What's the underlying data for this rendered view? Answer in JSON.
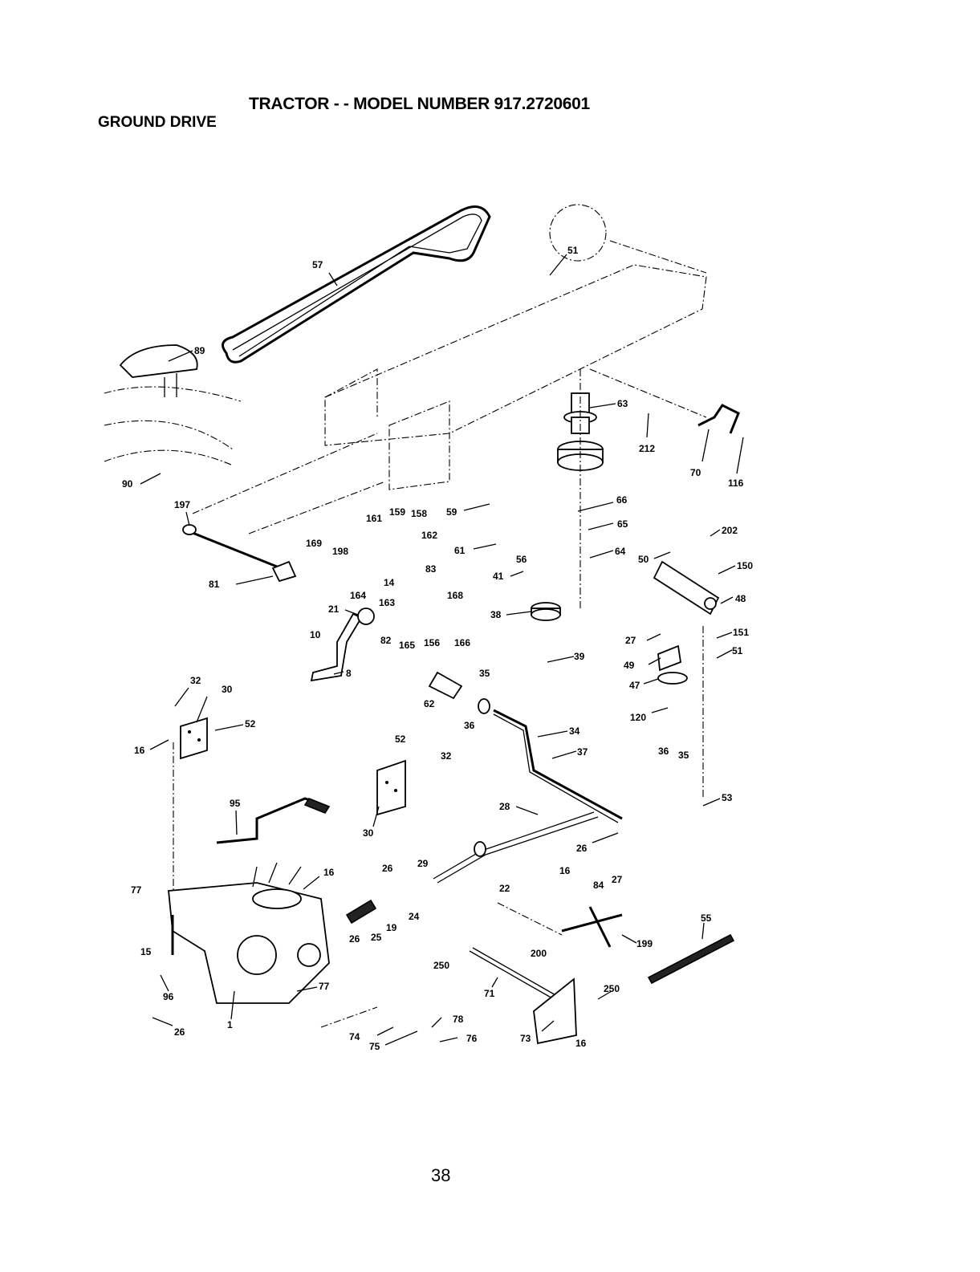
{
  "header": {
    "title": "TRACTOR - - MODEL NUMBER 917.2720601",
    "section": "GROUND DRIVE"
  },
  "footer": {
    "page_number": "38"
  },
  "callouts": [
    {
      "id": "c57",
      "label": "57"
    },
    {
      "id": "c51a",
      "label": "51"
    },
    {
      "id": "c89",
      "label": "89"
    },
    {
      "id": "c63",
      "label": "63"
    },
    {
      "id": "c212",
      "label": "212"
    },
    {
      "id": "c70",
      "label": "70"
    },
    {
      "id": "c116",
      "label": "116"
    },
    {
      "id": "c90",
      "label": "90"
    },
    {
      "id": "c197",
      "label": "197"
    },
    {
      "id": "c161",
      "label": "161"
    },
    {
      "id": "c159",
      "label": "159"
    },
    {
      "id": "c158",
      "label": "158"
    },
    {
      "id": "c162",
      "label": "162"
    },
    {
      "id": "c59",
      "label": "59"
    },
    {
      "id": "c66",
      "label": "66"
    },
    {
      "id": "c65",
      "label": "65"
    },
    {
      "id": "c202",
      "label": "202"
    },
    {
      "id": "c169",
      "label": "169"
    },
    {
      "id": "c198",
      "label": "198"
    },
    {
      "id": "c61",
      "label": "61"
    },
    {
      "id": "c64",
      "label": "64"
    },
    {
      "id": "c50",
      "label": "50"
    },
    {
      "id": "c150",
      "label": "150"
    },
    {
      "id": "c56",
      "label": "56"
    },
    {
      "id": "c83",
      "label": "83"
    },
    {
      "id": "c14",
      "label": "14"
    },
    {
      "id": "c41",
      "label": "41"
    },
    {
      "id": "c81",
      "label": "81"
    },
    {
      "id": "c164",
      "label": "164"
    },
    {
      "id": "c168",
      "label": "168"
    },
    {
      "id": "c48",
      "label": "48"
    },
    {
      "id": "c163",
      "label": "163"
    },
    {
      "id": "c21",
      "label": "21"
    },
    {
      "id": "c38",
      "label": "38"
    },
    {
      "id": "c27a",
      "label": "27"
    },
    {
      "id": "c151",
      "label": "151"
    },
    {
      "id": "c51b",
      "label": "51"
    },
    {
      "id": "c10",
      "label": "10"
    },
    {
      "id": "c82",
      "label": "82"
    },
    {
      "id": "c165",
      "label": "165"
    },
    {
      "id": "c156",
      "label": "156"
    },
    {
      "id": "c166",
      "label": "166"
    },
    {
      "id": "c39",
      "label": "39"
    },
    {
      "id": "c49",
      "label": "49"
    },
    {
      "id": "c8",
      "label": "8"
    },
    {
      "id": "c47",
      "label": "47"
    },
    {
      "id": "c32a",
      "label": "32"
    },
    {
      "id": "c35a",
      "label": "35"
    },
    {
      "id": "c30a",
      "label": "30"
    },
    {
      "id": "c62",
      "label": "62"
    },
    {
      "id": "c120",
      "label": "120"
    },
    {
      "id": "c52a",
      "label": "52"
    },
    {
      "id": "c36a",
      "label": "36"
    },
    {
      "id": "c34",
      "label": "34"
    },
    {
      "id": "c16a",
      "label": "16"
    },
    {
      "id": "c52b",
      "label": "52"
    },
    {
      "id": "c37",
      "label": "37"
    },
    {
      "id": "c32b",
      "label": "32"
    },
    {
      "id": "c36b",
      "label": "36"
    },
    {
      "id": "c35b",
      "label": "35"
    },
    {
      "id": "c95",
      "label": "95"
    },
    {
      "id": "c28",
      "label": "28"
    },
    {
      "id": "c53",
      "label": "53"
    },
    {
      "id": "c30b",
      "label": "30"
    },
    {
      "id": "c26a",
      "label": "26"
    },
    {
      "id": "c29",
      "label": "29"
    },
    {
      "id": "c26b",
      "label": "26"
    },
    {
      "id": "c16b",
      "label": "16"
    },
    {
      "id": "c16c",
      "label": "16"
    },
    {
      "id": "c27b",
      "label": "27"
    },
    {
      "id": "c77a",
      "label": "77"
    },
    {
      "id": "c84",
      "label": "84"
    },
    {
      "id": "c24",
      "label": "24"
    },
    {
      "id": "c22",
      "label": "22"
    },
    {
      "id": "c55",
      "label": "55"
    },
    {
      "id": "c26c",
      "label": "26"
    },
    {
      "id": "c25",
      "label": "25"
    },
    {
      "id": "c19",
      "label": "19"
    },
    {
      "id": "c15",
      "label": "15"
    },
    {
      "id": "c199",
      "label": "199"
    },
    {
      "id": "c200",
      "label": "200"
    },
    {
      "id": "c250a",
      "label": "250"
    },
    {
      "id": "c77b",
      "label": "77"
    },
    {
      "id": "c71",
      "label": "71"
    },
    {
      "id": "c250b",
      "label": "250"
    },
    {
      "id": "c96",
      "label": "96"
    },
    {
      "id": "c26d",
      "label": "26"
    },
    {
      "id": "c1",
      "label": "1"
    },
    {
      "id": "c78",
      "label": "78"
    },
    {
      "id": "c74",
      "label": "74"
    },
    {
      "id": "c75",
      "label": "75"
    },
    {
      "id": "c76",
      "label": "76"
    },
    {
      "id": "c73",
      "label": "73"
    },
    {
      "id": "c16d",
      "label": "16"
    }
  ]
}
